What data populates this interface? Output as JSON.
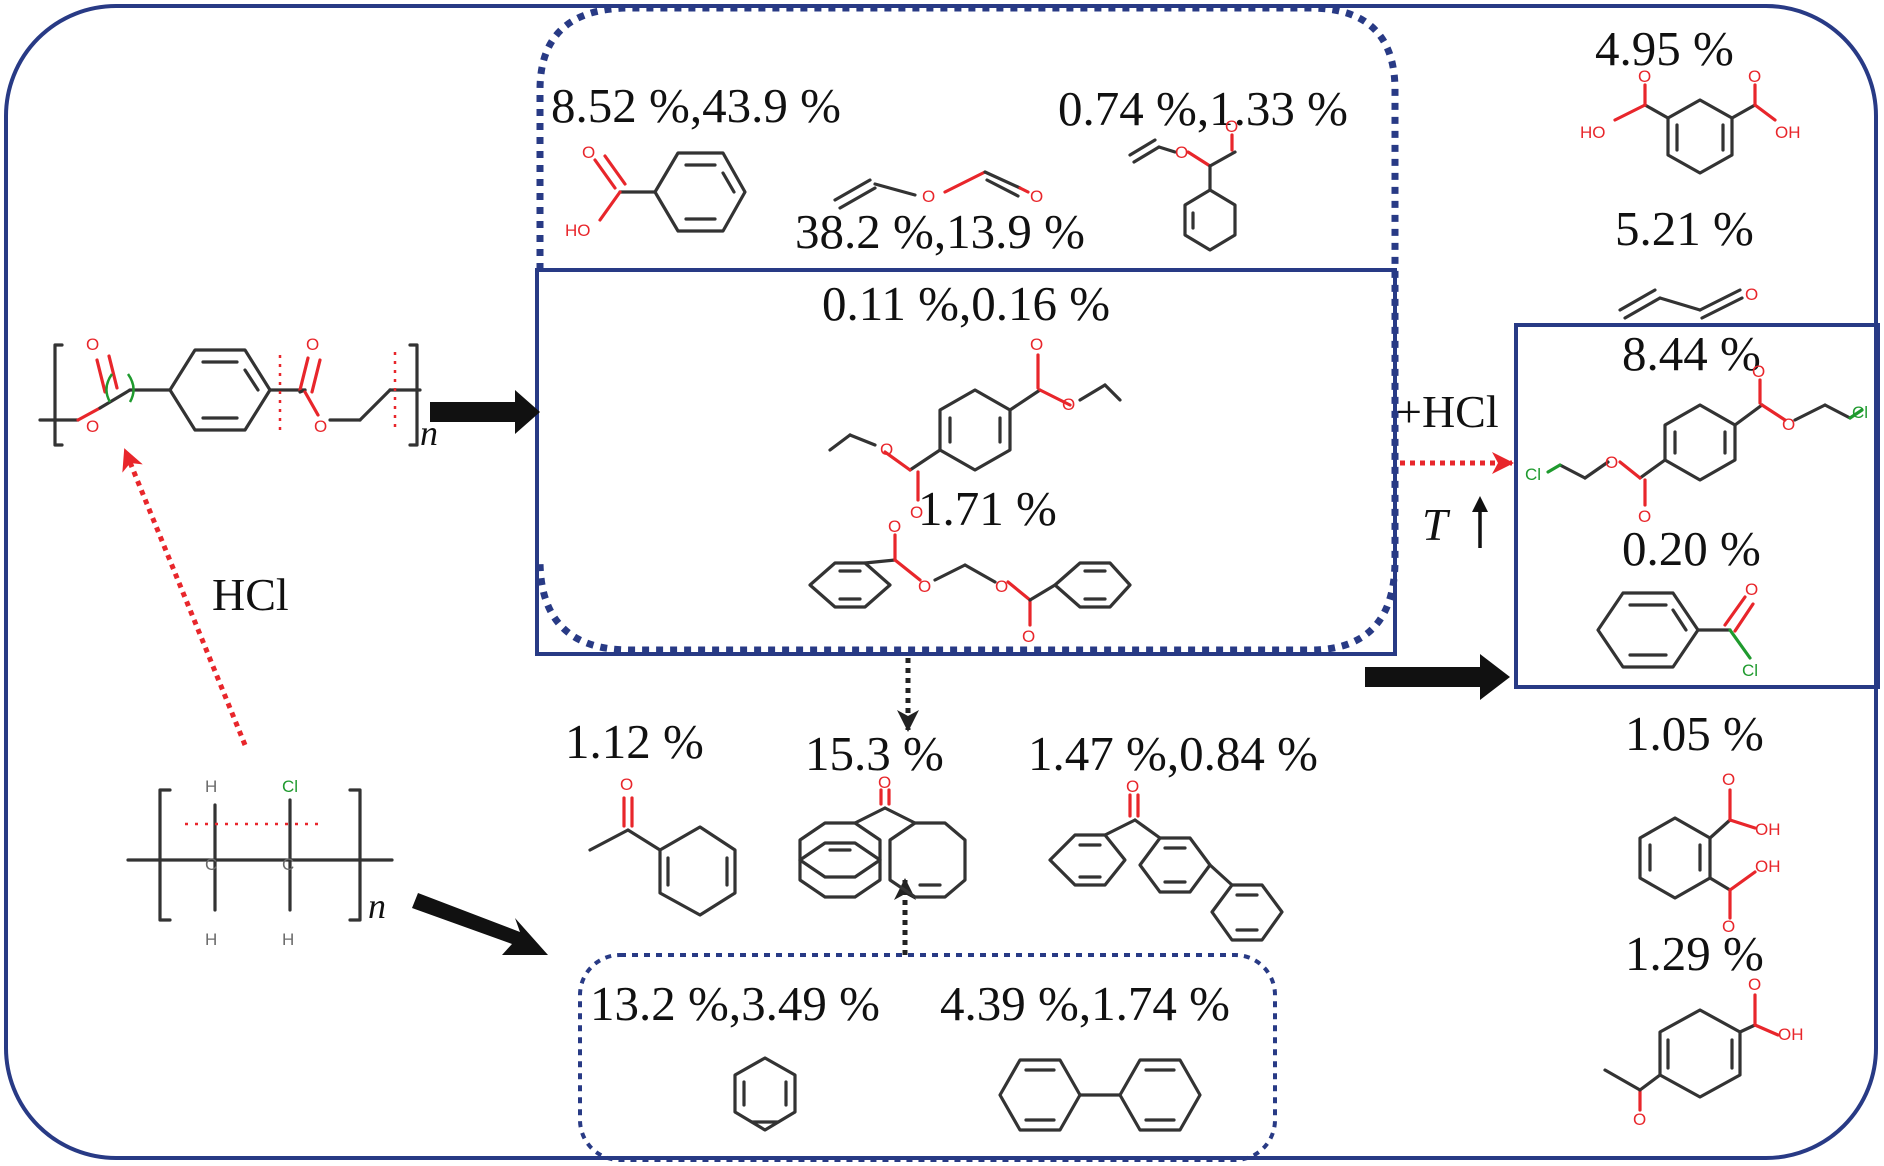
{
  "labels": {
    "benzoic_acid": "8.52 %,43.9 %",
    "vinyl_formate": "38.2 %,13.9 %",
    "vinyl_benzoate": "0.74 %,1.33 %",
    "isophthalic_acid": "4.95 %",
    "acrolein": "5.21 %",
    "divinyl_terephthalate": "0.11 %,0.16 %",
    "ethylene_dibenzoate": "1.71 %",
    "bis_chloroethyl_terephthalate": "8.44 %",
    "benzoyl_chloride": "0.20 %",
    "acetophenone": "1.12 %",
    "benzophenone": "15.3 %",
    "phenyl_benzophenone": "1.47 %,0.84 %",
    "phthalic_acid": "1.05 %",
    "acetylbenzoic_acid": "1.29 %",
    "benzene": "13.2 %,3.49 %",
    "biphenyl": "4.39 %,1.74 %"
  },
  "reagents": {
    "hcl_left": "HCl",
    "hcl_right": "+HCl",
    "temperature": "T",
    "n_pet": "n",
    "n_pvc": "n"
  },
  "atoms": {
    "O": "O",
    "OH": "OH",
    "HO": "HO",
    "Cl": "Cl",
    "H": "H",
    "C": "C"
  },
  "colors": {
    "frame": "#283a85",
    "solid_box": "#283a85",
    "dotted_box": "#283a85",
    "hcl_arrow": "#e8262b",
    "bond": "#333333",
    "oxygen": "#e8262b",
    "chlorine": "#1f9a2e"
  }
}
